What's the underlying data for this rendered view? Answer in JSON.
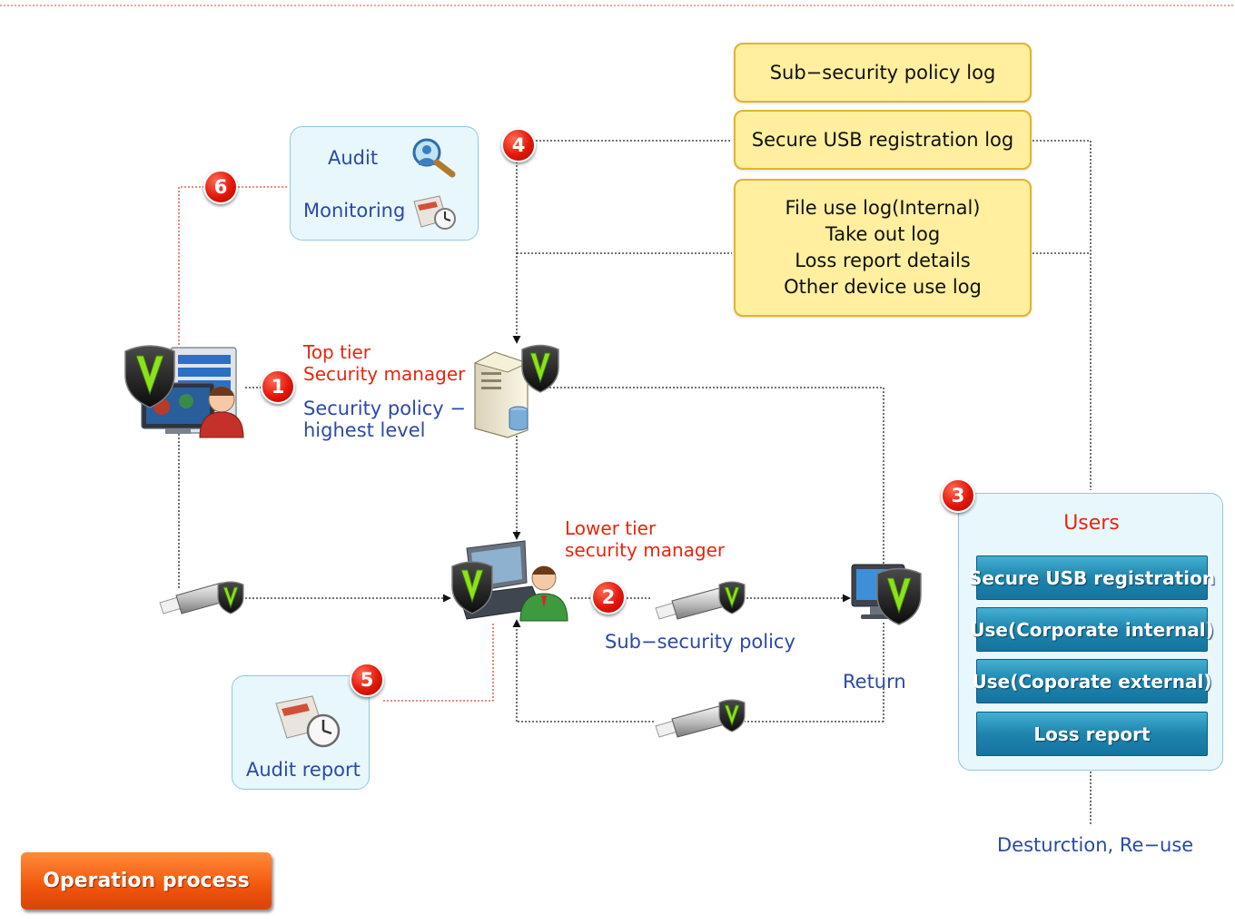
{
  "logs": {
    "sub_policy_log": "Sub−security policy log",
    "usb_registration_log": "Secure USB registration log",
    "file_use_lines": [
      "File use log(Internal)",
      "Take out log",
      "Loss report details",
      "Other device use log"
    ]
  },
  "audit_panel": {
    "audit_label": "Audit",
    "monitoring_label": "Monitoring"
  },
  "top_manager": {
    "title_lines": [
      "Top tier",
      "Security manager"
    ],
    "policy_lines": [
      "Security policy −",
      "highest level"
    ]
  },
  "lower_manager": {
    "title_lines": [
      "Lower tier",
      "security manager"
    ],
    "policy_label": "Sub−security policy"
  },
  "return_label": "Return",
  "audit_report_label": "Audit report",
  "users_panel": {
    "title": "Users",
    "buttons": [
      "Secure USB registration",
      "Use(Corporate internal)",
      "Use(Coporate external)",
      "Loss report"
    ]
  },
  "destruction_label": "Desturction, Re−use",
  "operation_button": "Operation process",
  "badges": {
    "b1": "1",
    "b2": "2",
    "b3": "3",
    "b4": "4",
    "b5": "5",
    "b6": "6"
  },
  "colors": {
    "log_fill": "#ffef9e",
    "panel_fill": "#e8f7fb",
    "badge_red": "#e2170a",
    "accent_red": "#e8250e",
    "text_blue": "#2a4aa8",
    "button_blue": "#1e84ad",
    "operation_orange": "#f2560c"
  }
}
